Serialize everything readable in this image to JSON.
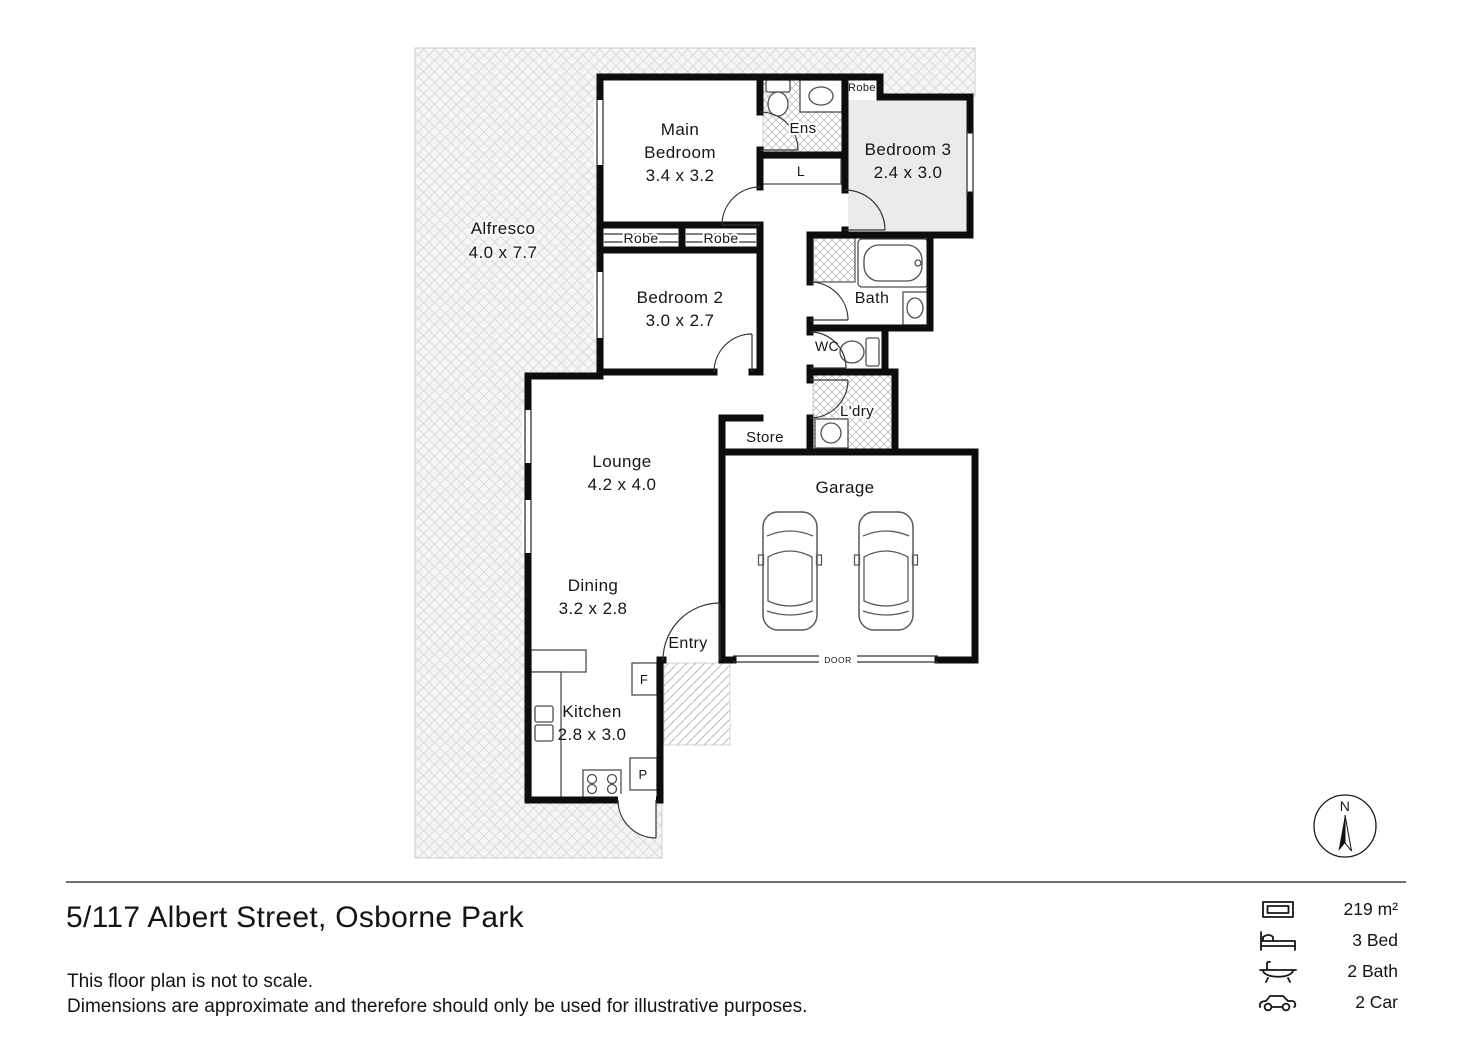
{
  "title": "5/117 Albert Street, Osborne Park",
  "disclaimer": {
    "line1": "This floor plan is not to scale.",
    "line2": "Dimensions are approximate and therefore should only be used for illustrative purposes."
  },
  "summary": {
    "area": "219 m²",
    "bed": "3 Bed",
    "bath": "2 Bath",
    "car": "2 Car"
  },
  "compass": {
    "north": "N"
  },
  "rooms": {
    "alfresco": {
      "name": "Alfresco",
      "dims": "4.0 x 7.7"
    },
    "main_bedroom": {
      "line1": "Main",
      "line2": "Bedroom",
      "dims": "3.4 x 3.2"
    },
    "ens": {
      "name": "Ens"
    },
    "bedroom3": {
      "name": "Bedroom 3",
      "dims": "2.4 x 3.0"
    },
    "bedroom2": {
      "name": "Bedroom 2",
      "dims": "3.0 x 2.7"
    },
    "bath": {
      "name": "Bath"
    },
    "wc": {
      "name": "WC"
    },
    "laundry": {
      "name": "L'dry"
    },
    "linen": {
      "name": "L"
    },
    "store": {
      "name": "Store"
    },
    "lounge": {
      "name": "Lounge",
      "dims": "4.2 x 4.0"
    },
    "dining": {
      "name": "Dining",
      "dims": "3.2 x 2.8"
    },
    "entry": {
      "name": "Entry"
    },
    "kitchen": {
      "name": "Kitchen",
      "dims": "2.8 x 3.0"
    },
    "garage": {
      "name": "Garage"
    },
    "garage_door": {
      "name": "DOOR"
    },
    "robe_main_1": {
      "name": "Robe"
    },
    "robe_main_2": {
      "name": "Robe"
    },
    "robe_bed3": {
      "name": "Robe"
    },
    "fridge": {
      "name": "F"
    },
    "pantry": {
      "name": "P"
    }
  },
  "colors": {
    "wall": "#0d0d0d",
    "carpet_shade": "#ebebeb"
  }
}
